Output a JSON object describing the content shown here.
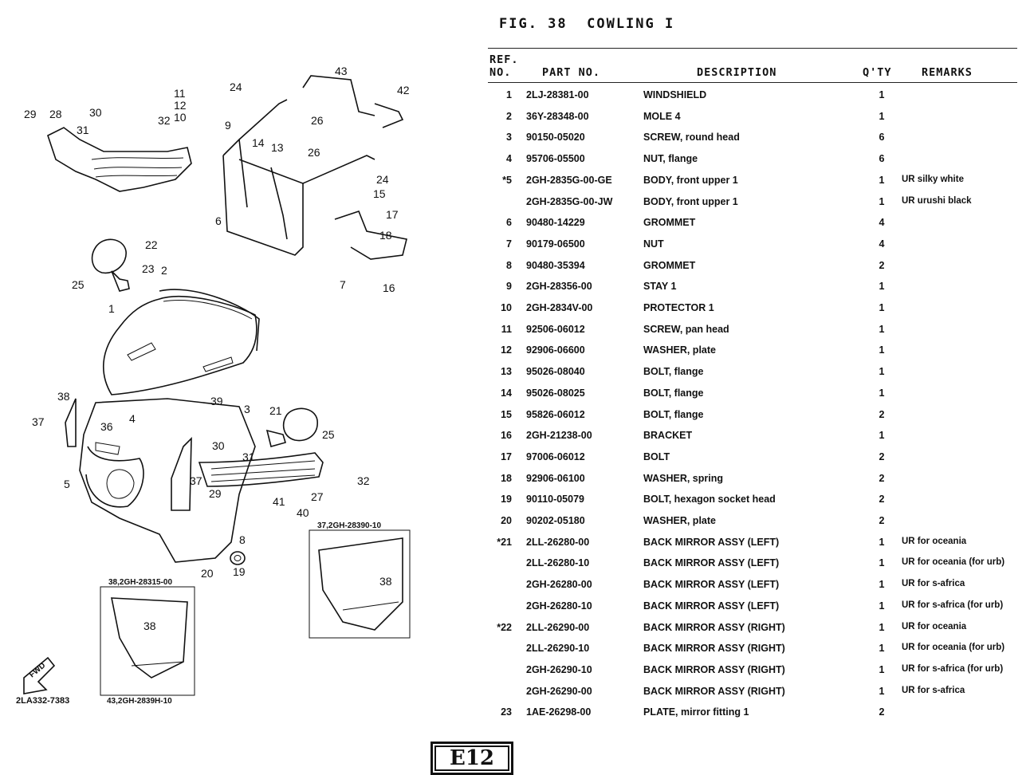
{
  "figure": {
    "title": "FIG. 38  COWLING I",
    "page_badge": "E12"
  },
  "diagram": {
    "callouts": [
      "1",
      "2",
      "3",
      "4",
      "5",
      "6",
      "7",
      "8",
      "9",
      "10",
      "11",
      "12",
      "13",
      "14",
      "15",
      "16",
      "17",
      "18",
      "19",
      "20",
      "21",
      "22",
      "23",
      "24",
      "24",
      "25",
      "25",
      "26",
      "26",
      "27",
      "28",
      "29",
      "29",
      "30",
      "30",
      "31",
      "31",
      "32",
      "32",
      "36",
      "37",
      "37",
      "38",
      "38",
      "39",
      "40",
      "41",
      "42",
      "43"
    ],
    "insets": [
      {
        "caption": "38,2GH-28315-00"
      },
      {
        "caption": "37,2GH-28390-10"
      }
    ],
    "bottom_captions": [
      "2LA332-7383",
      "43,2GH-2839H-10"
    ],
    "fwd_label": "FWD"
  },
  "table": {
    "headers": {
      "ref_line1": "REF.",
      "ref_line2": "NO.",
      "part_no": "PART NO.",
      "description": "DESCRIPTION",
      "qty": "Q'TY",
      "remarks": "REMARKS"
    },
    "rows": [
      {
        "ref": "1",
        "part": "2LJ-28381-00",
        "desc": "WINDSHIELD",
        "qty": "1",
        "remarks": ""
      },
      {
        "ref": "2",
        "part": "36Y-28348-00",
        "desc": "MOLE 4",
        "qty": "1",
        "remarks": ""
      },
      {
        "ref": "3",
        "part": "90150-05020",
        "desc": "SCREW, round head",
        "qty": "6",
        "remarks": ""
      },
      {
        "ref": "4",
        "part": "95706-05500",
        "desc": "NUT, flange",
        "qty": "6",
        "remarks": ""
      },
      {
        "ref": "*5",
        "part": "2GH-2835G-00-GE",
        "desc": "BODY, front upper 1",
        "qty": "1",
        "remarks": "UR silky white"
      },
      {
        "ref": "",
        "part": "2GH-2835G-00-JW",
        "desc": "BODY, front upper 1",
        "qty": "1",
        "remarks": "UR urushi black"
      },
      {
        "ref": "6",
        "part": "90480-14229",
        "desc": "GROMMET",
        "qty": "4",
        "remarks": ""
      },
      {
        "ref": "7",
        "part": "90179-06500",
        "desc": "NUT",
        "qty": "4",
        "remarks": ""
      },
      {
        "ref": "8",
        "part": "90480-35394",
        "desc": "GROMMET",
        "qty": "2",
        "remarks": ""
      },
      {
        "ref": "9",
        "part": "2GH-28356-00",
        "desc": "STAY 1",
        "qty": "1",
        "remarks": ""
      },
      {
        "ref": "10",
        "part": "2GH-2834V-00",
        "desc": "PROTECTOR 1",
        "qty": "1",
        "remarks": ""
      },
      {
        "ref": "11",
        "part": "92506-06012",
        "desc": "SCREW, pan head",
        "qty": "1",
        "remarks": ""
      },
      {
        "ref": "12",
        "part": "92906-06600",
        "desc": "WASHER, plate",
        "qty": "1",
        "remarks": ""
      },
      {
        "ref": "13",
        "part": "95026-08040",
        "desc": "BOLT, flange",
        "qty": "1",
        "remarks": ""
      },
      {
        "ref": "14",
        "part": "95026-08025",
        "desc": "BOLT, flange",
        "qty": "1",
        "remarks": ""
      },
      {
        "ref": "15",
        "part": "95826-06012",
        "desc": "BOLT, flange",
        "qty": "2",
        "remarks": ""
      },
      {
        "ref": "16",
        "part": "2GH-21238-00",
        "desc": "BRACKET",
        "qty": "1",
        "remarks": ""
      },
      {
        "ref": "17",
        "part": "97006-06012",
        "desc": "BOLT",
        "qty": "2",
        "remarks": ""
      },
      {
        "ref": "18",
        "part": "92906-06100",
        "desc": "WASHER, spring",
        "qty": "2",
        "remarks": ""
      },
      {
        "ref": "19",
        "part": "90110-05079",
        "desc": "BOLT, hexagon socket head",
        "qty": "2",
        "remarks": ""
      },
      {
        "ref": "20",
        "part": "90202-05180",
        "desc": "WASHER, plate",
        "qty": "2",
        "remarks": ""
      },
      {
        "ref": "*21",
        "part": "2LL-26280-00",
        "desc": "BACK MIRROR ASSY (LEFT)",
        "qty": "1",
        "remarks": "UR for oceania"
      },
      {
        "ref": "",
        "part": "2LL-26280-10",
        "desc": "BACK MIRROR ASSY (LEFT)",
        "qty": "1",
        "remarks": "UR for oceania (for urb)"
      },
      {
        "ref": "",
        "part": "2GH-26280-00",
        "desc": "BACK MIRROR ASSY (LEFT)",
        "qty": "1",
        "remarks": "UR for s-africa"
      },
      {
        "ref": "",
        "part": "2GH-26280-10",
        "desc": "BACK MIRROR ASSY (LEFT)",
        "qty": "1",
        "remarks": "UR for s-africa (for urb)"
      },
      {
        "ref": "*22",
        "part": "2LL-26290-00",
        "desc": "BACK MIRROR ASSY (RIGHT)",
        "qty": "1",
        "remarks": "UR for oceania"
      },
      {
        "ref": "",
        "part": "2LL-26290-10",
        "desc": "BACK MIRROR ASSY (RIGHT)",
        "qty": "1",
        "remarks": "UR for oceania (for urb)"
      },
      {
        "ref": "",
        "part": "2GH-26290-10",
        "desc": "BACK MIRROR ASSY (RIGHT)",
        "qty": "1",
        "remarks": "UR for s-africa (for urb)"
      },
      {
        "ref": "",
        "part": "2GH-26290-00",
        "desc": "BACK MIRROR ASSY (RIGHT)",
        "qty": "1",
        "remarks": "UR for s-africa"
      },
      {
        "ref": "23",
        "part": "1AE-26298-00",
        "desc": "PLATE, mirror fitting 1",
        "qty": "2",
        "remarks": ""
      }
    ]
  }
}
